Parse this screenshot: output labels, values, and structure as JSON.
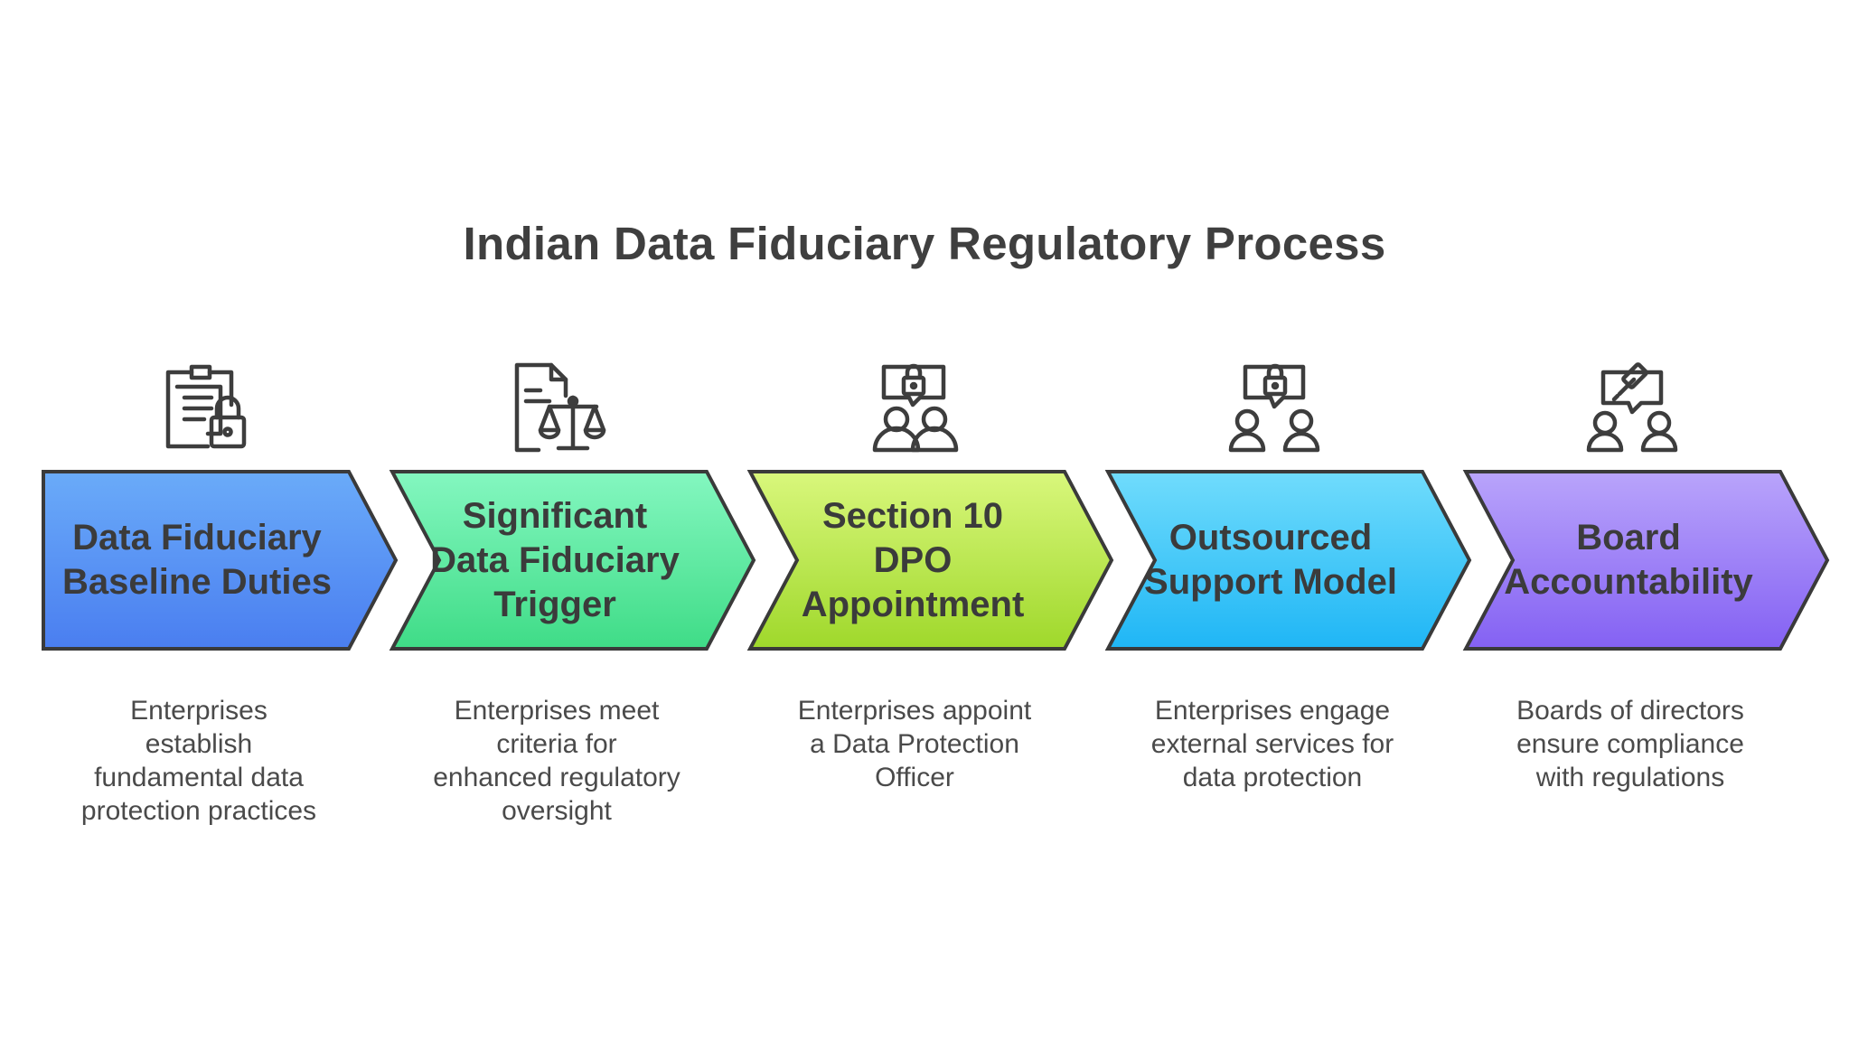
{
  "title": "Indian Data Fiduciary Regulatory Process",
  "steps": [
    {
      "label": "Data Fiduciary\nBaseline Duties",
      "description": "Enterprises\nestablish\nfundamental data\nprotection practices",
      "icon": "clipboard-lock-icon",
      "gradient": [
        "#6aabf9",
        "#4a7ef0"
      ]
    },
    {
      "label": "Significant\nData Fiduciary\nTrigger",
      "description": "Enterprises meet\ncriteria for\nenhanced regulatory\noversight",
      "icon": "document-scales-icon",
      "gradient": [
        "#84f7c0",
        "#3fdc87"
      ]
    },
    {
      "label": "Section 10\nDPO\nAppointment",
      "description": "Enterprises appoint\na Data Protection\nOfficer",
      "icon": "users-lock-speech-icon",
      "gradient": [
        "#d9f77c",
        "#9fd82b"
      ]
    },
    {
      "label": "Outsourced\nSupport Model",
      "description": "Enterprises engage\nexternal services for\ndata protection",
      "icon": "people-lock-speech-icon",
      "gradient": [
        "#70dcfc",
        "#1fb6f5"
      ]
    },
    {
      "label": "Board\nAccountability",
      "description": "Boards of directors\nensure compliance\nwith regulations",
      "icon": "people-gavel-speech-icon",
      "gradient": [
        "#b9a4fb",
        "#8461f3"
      ]
    }
  ]
}
